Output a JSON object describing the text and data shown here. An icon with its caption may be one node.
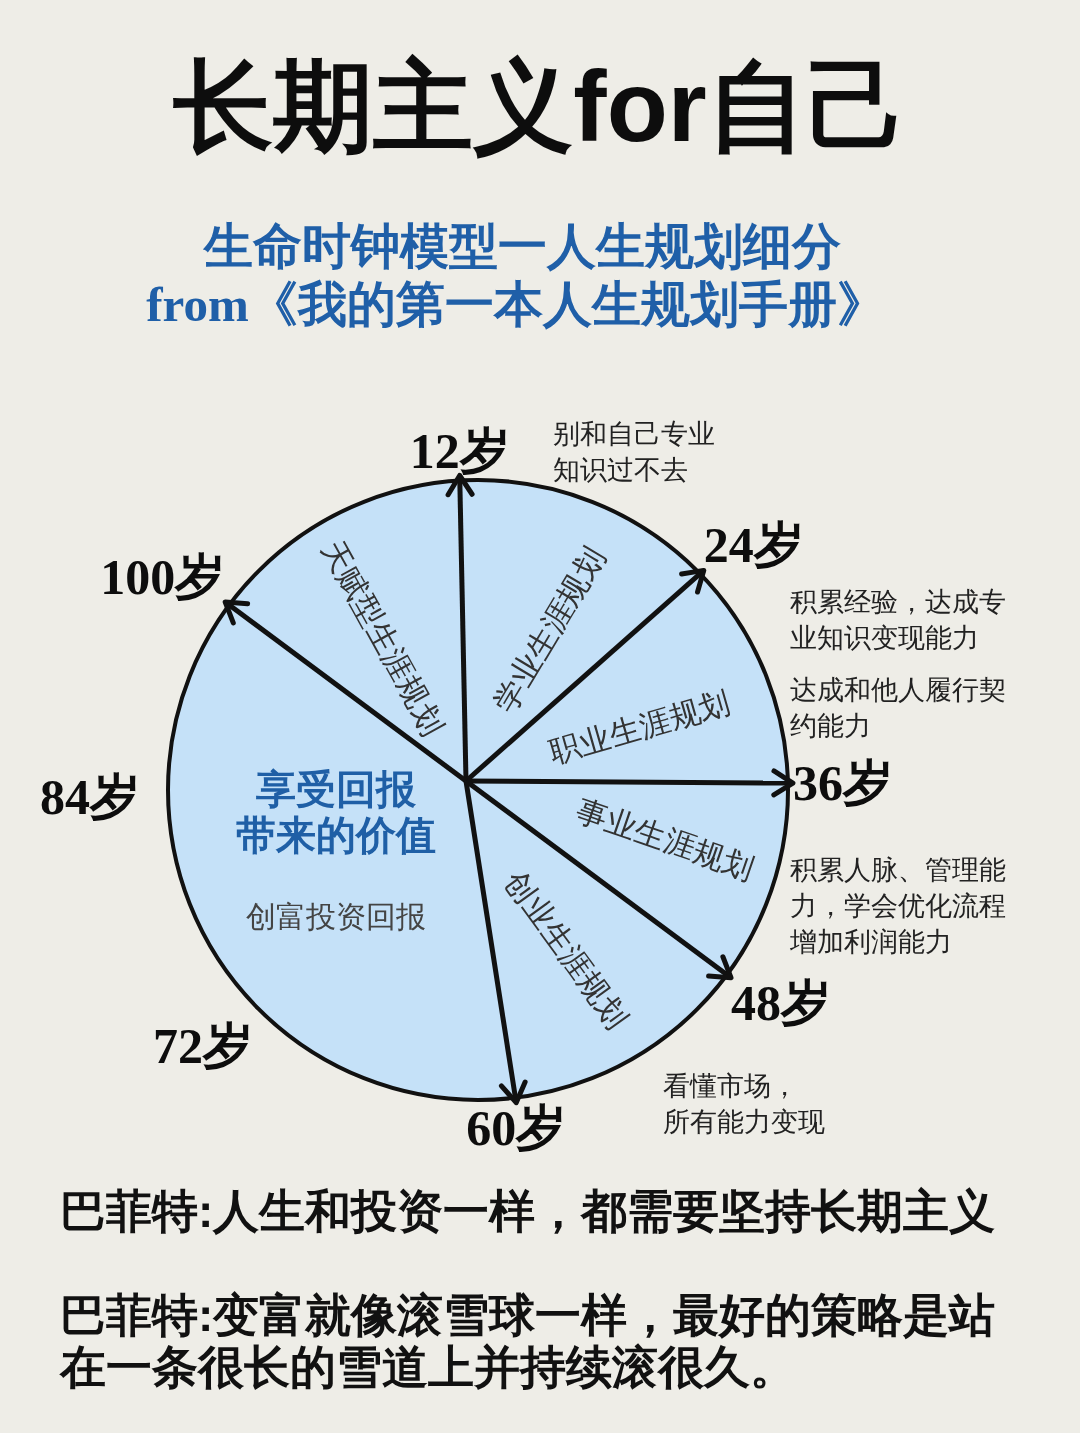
{
  "diagram": {
    "title": "长期主义for自己",
    "nodes": [
      {
        "text": [
          "天赋型生涯规划",
          "学业生涯规划",
          "职业生涯规划",
          "享受回报带来的价值",
          "事业生涯规划",
          "创富投资回报",
          "创业生涯规划"
        ]
      },
      {
        "text": [
          "12岁"
        ]
      },
      {
        "text": [
          "24岁"
        ]
      },
      {
        "text": [
          "36岁"
        ]
      },
      {
        "text": [
          "48岁"
        ]
      },
      {
        "text": [
          "60岁"
        ]
      },
      {
        "text": [
          "100岁"
        ]
      }
    ],
    "edges": [
      {
        "from": 0,
        "to": 1,
        "arrow": "to"
      },
      {
        "from": 0,
        "to": 2,
        "arrow": "to"
      },
      {
        "from": 0,
        "to": 3,
        "arrow": "to"
      },
      {
        "from": 0,
        "to": 4,
        "arrow": "to"
      },
      {
        "from": 0,
        "to": 5,
        "arrow": "to"
      },
      {
        "from": 0,
        "to": 6,
        "arrow": "to"
      }
    ],
    "labels": [
      "生命时钟模型一人生规划细分",
      "from《我的第一本人生规划手册》",
      "别和自己专业知识过不去",
      "积累经验，达成专业知识变现能力",
      "达成和他人履行契约能力",
      "84岁",
      "积累人脉、管理能力，学会优化流程增加利润能力",
      "72岁",
      "看懂市场，所有能力变现",
      "巴菲特:人生和投资一样，都需要坚持长期主义",
      "巴菲特:变富就像滚雪球一样，最好的策略是站在一条很长的雪道上并持续滚很久。"
    ]
  }
}
